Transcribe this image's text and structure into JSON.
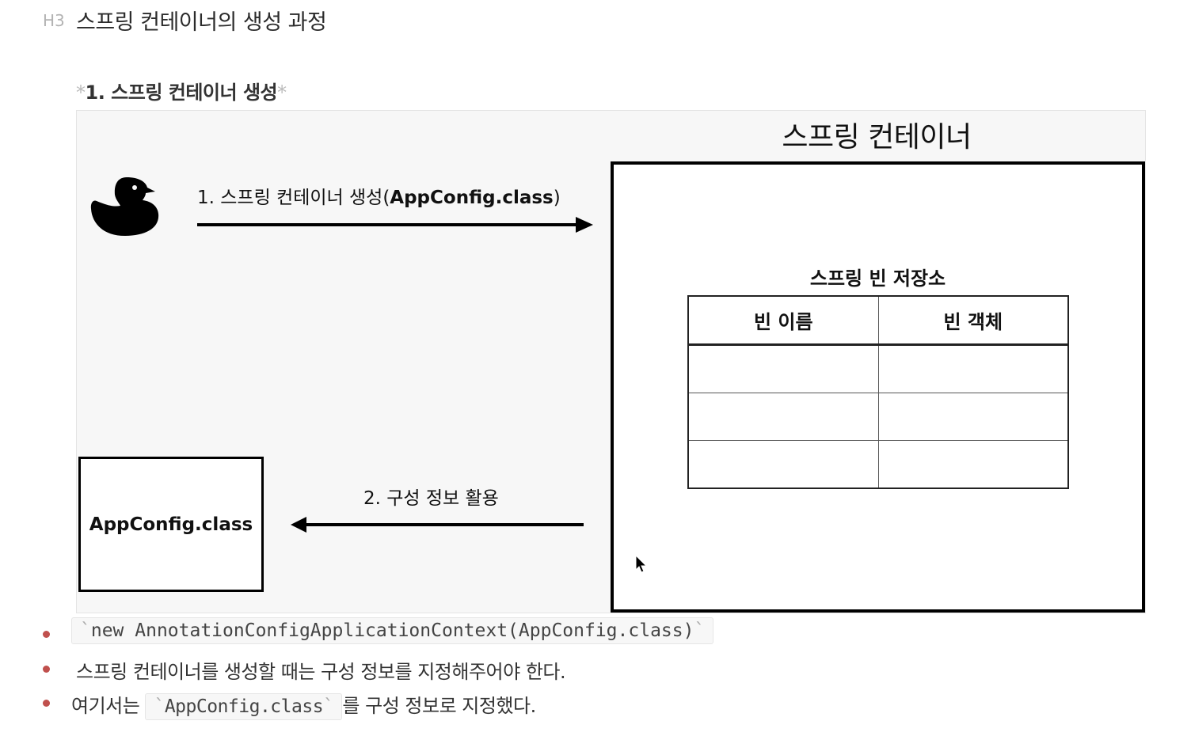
{
  "header": {
    "level_marker": "H3",
    "title": "스프링 컨테이너의 생성 과정"
  },
  "section": {
    "title": "1. 스프링 컨테이너 생성",
    "emphasis_marker": "*"
  },
  "diagram": {
    "container_title": "스프링 컨테이너",
    "repository_title": "스프링 빈 저장소",
    "table_headers": [
      "빈 이름",
      "빈 객체"
    ],
    "table_rows": [
      [
        "",
        ""
      ],
      [
        "",
        ""
      ],
      [
        "",
        ""
      ]
    ],
    "arrow1_label_prefix": "1. 스프링 컨테이너 생성(",
    "arrow1_label_bold": "AppConfig.class",
    "arrow1_label_suffix": ")",
    "arrow2_label": "2. 구성 정보 활용",
    "config_box_label": "AppConfig.class",
    "actor_icon": "duck-icon"
  },
  "bullets": {
    "item1_code": "new AnnotationConfigApplicationContext(AppConfig.class)",
    "item2_text": "스프링 컨테이너를 생성할 때는 구성 정보를 지정해주어야 한다.",
    "item3_prefix": "여기서는",
    "item3_code": "AppConfig.class",
    "item3_suffix": "를 구성 정보로 지정했다.",
    "backtick": "`",
    "bullet_color": "#c0504d"
  }
}
